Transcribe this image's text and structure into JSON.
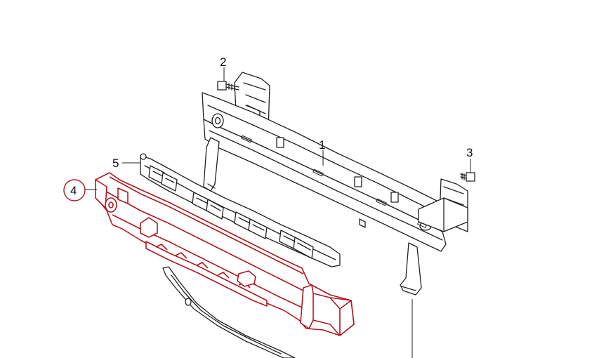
{
  "callouts": [
    {
      "id": "1",
      "label": "1"
    },
    {
      "id": "2",
      "label": "2"
    },
    {
      "id": "3",
      "label": "3"
    },
    {
      "id": "4",
      "label": "4",
      "highlighted": true
    },
    {
      "id": "5",
      "label": "5"
    }
  ],
  "colors": {
    "highlight": "#b01820",
    "line": "#222222",
    "background": "#ffffff"
  }
}
